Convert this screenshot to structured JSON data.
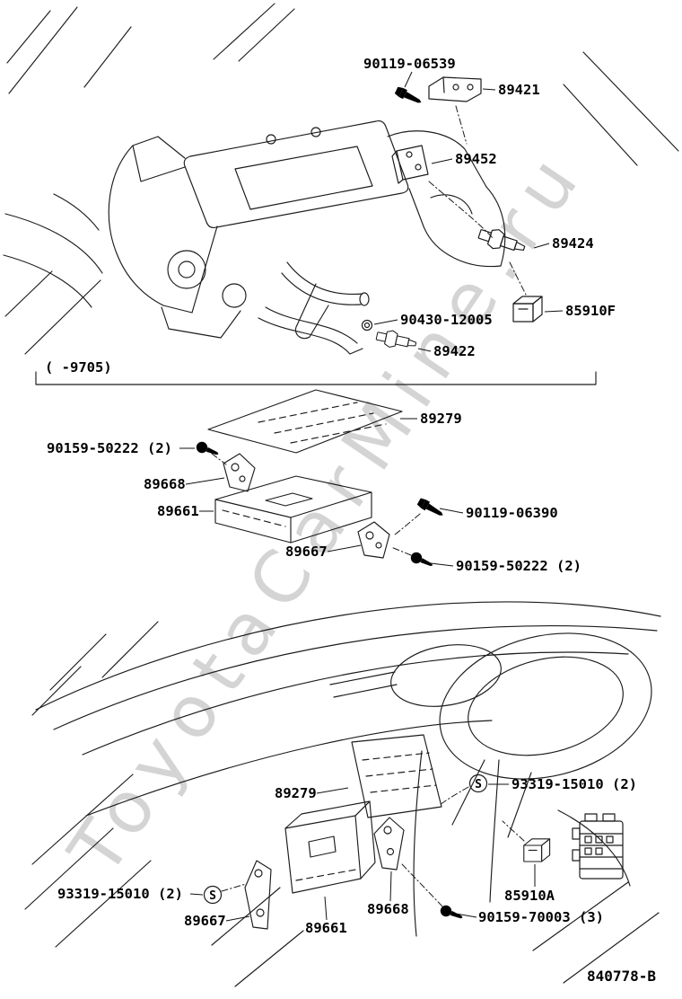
{
  "watermark": "ToyotaCarMine.ru",
  "diagram_code": "840778-B",
  "section_range": "(  -9705)",
  "screw_symbol": "S",
  "accent_colors": {
    "line": "#1c1c1c",
    "watermark": "#9a9a9a"
  },
  "parts": {
    "bolt_90119_06539": "90119-06539",
    "bracket_89421": "89421",
    "bracket_89452": "89452",
    "sensor_89424": "89424",
    "relay_85910F": "85910F",
    "washer_90430_12005": "90430-12005",
    "sensor_89422": "89422",
    "cover_89279": "89279",
    "screw_90159_50222": "90159-50222 (2)",
    "bracket_89668": "89668",
    "ecu_89661": "89661",
    "bolt_90119_06390": "90119-06390",
    "bracket_89667": "89667",
    "screw_93319_15010": "93319-15010 (2)",
    "relay_85910A": "85910A",
    "screw_90159_70003": "90159-70003 (3)"
  }
}
